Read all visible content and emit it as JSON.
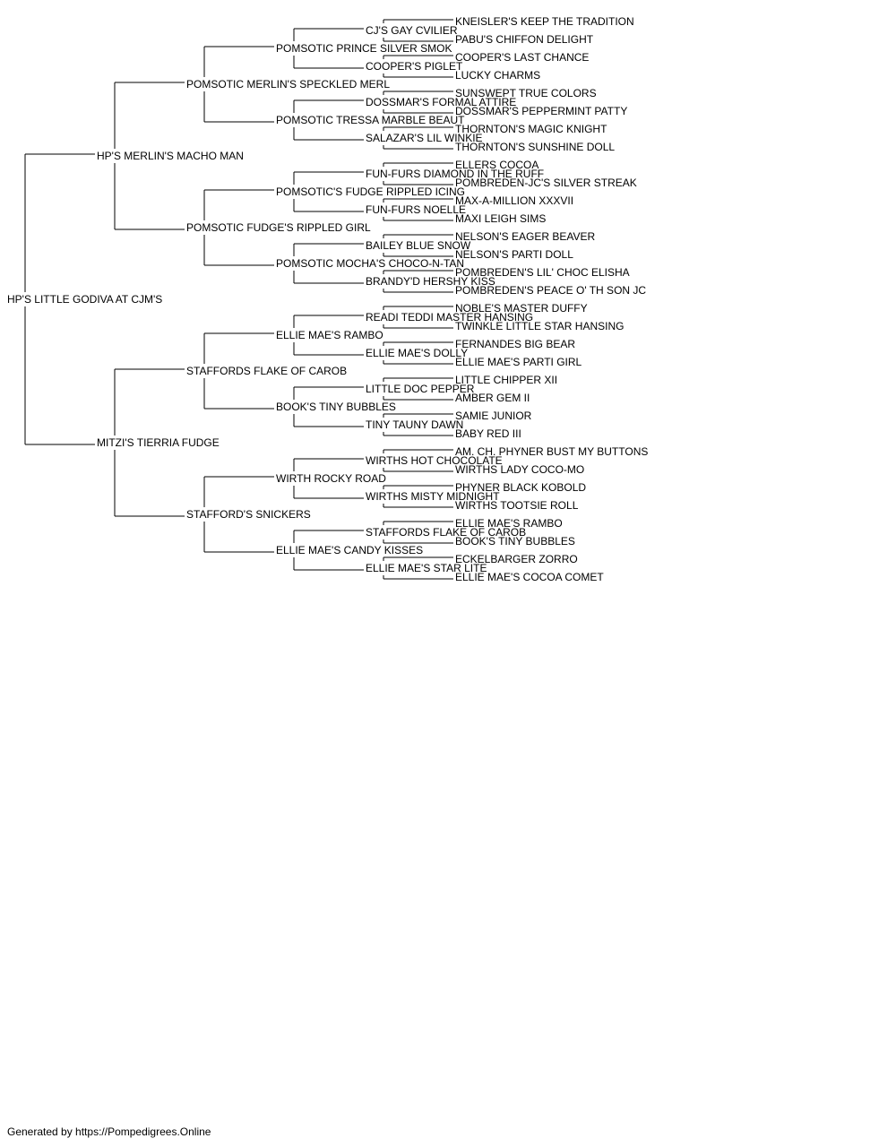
{
  "pedigree": {
    "subject": "HP'S LITTLE GODIVA AT CJM'S",
    "parents": [
      "HP'S MERLIN'S MACHO MAN",
      "MITZI'S TIERRIA FUDGE"
    ],
    "grandparents": [
      "POMSOTIC MERLIN'S SPECKLED MERL",
      "POMSOTIC FUDGE'S RIPPLED GIRL",
      "STAFFORDS FLAKE OF CAROB",
      "STAFFORD'S SNICKERS"
    ],
    "great_grandparents": [
      "POMSOTIC PRINCE SILVER SMOK",
      "POMSOTIC TRESSA MARBLE BEAUT",
      "POMSOTIC'S FUDGE RIPPLED ICING",
      "POMSOTIC MOCHA'S CHOCO-N-TAN",
      "ELLIE MAE'S RAMBO",
      "BOOK'S TINY BUBBLES",
      "WIRTH ROCKY ROAD",
      "ELLIE MAE'S CANDY KISSES"
    ],
    "great_great_grandparents": [
      "CJ'S GAY CVILIER",
      "COOPER'S PIGLET",
      "DOSSMAR'S FORMAL ATTIRE",
      "SALAZAR'S LIL WINKIE",
      "FUN-FURS DIAMOND IN THE RUFF",
      "FUN-FURS NOELLE",
      "BAILEY BLUE SNOW",
      "BRANDY'D HERSHY KISS",
      "READI TEDDI MASTER HANSING",
      "ELLIE MAE'S DOLLY",
      "LITTLE DOC PEPPER",
      "TINY TAUNY DAWN",
      "WIRTHS HOT CHOCOLATE",
      "WIRTHS MISTY MIDNIGHT",
      "STAFFORDS FLAKE OF CAROB",
      "ELLIE MAE'S STAR LITE"
    ],
    "fifth_generation": [
      "KNEISLER'S KEEP THE TRADITION",
      "PABU'S CHIFFON DELIGHT",
      "COOPER'S LAST CHANCE",
      "LUCKY CHARMS",
      "SUNSWEPT TRUE COLORS",
      "DOSSMAR'S PEPPERMINT PATTY",
      "THORNTON'S MAGIC KNIGHT",
      "THORNTON'S SUNSHINE DOLL",
      "ELLERS COCOA",
      "POMBREDEN-JC'S SILVER STREAK",
      "MAX-A-MILLION XXXVII",
      "MAXI LEIGH SIMS",
      "NELSON'S EAGER BEAVER",
      "NELSON'S PARTI DOLL",
      "POMBREDEN'S LIL' CHOC ELISHA",
      "POMBREDEN'S PEACE O' TH SON JC",
      "NOBLE'S MASTER DUFFY",
      "TWINKLE LITTLE STAR HANSING",
      "FERNANDES BIG BEAR",
      "ELLIE MAE'S PARTI GIRL",
      "LITTLE CHIPPER XII",
      "AMBER GEM II",
      "SAMIE JUNIOR",
      "BABY RED III",
      "AM. CH. PHYNER BUST MY BUTTONS",
      "WIRTHS LADY COCO-MO",
      "PHYNER BLACK KOBOLD",
      "WIRTHS TOOTSIE ROLL",
      "ELLIE MAE'S RAMBO",
      "BOOK'S TINY BUBBLES",
      "ECKELBARGER ZORRO",
      "ELLIE MAE'S COCOA COMET"
    ],
    "highlighted_name": "AM. CH. PHYNER BUST MY BUTTONS",
    "highlight_color": "#e01010",
    "text_color": "#000000",
    "line_color": "#000000"
  },
  "footer": {
    "text": "Generated by https://Pompedigrees.Online"
  }
}
